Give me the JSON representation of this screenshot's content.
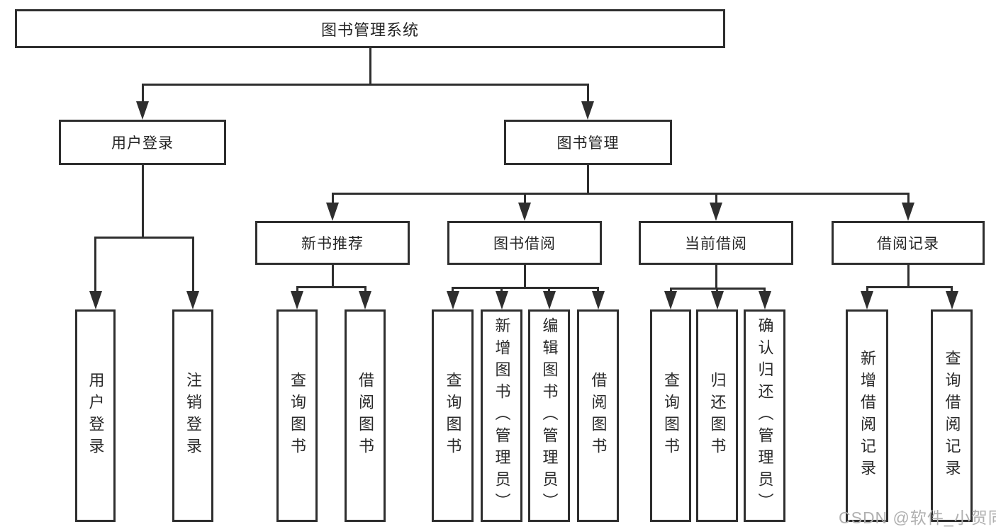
{
  "diagram": {
    "root": {
      "label": "图书管理系统"
    },
    "level2": [
      {
        "label": "用户登录"
      },
      {
        "label": "图书管理"
      }
    ],
    "level3": [
      {
        "label": "新书推荐"
      },
      {
        "label": "图书借阅"
      },
      {
        "label": "当前借阅"
      },
      {
        "label": "借阅记录"
      }
    ],
    "leaves": {
      "user_login": [
        "用户登录",
        "注销登录"
      ],
      "new_book_recommend": [
        "查询图书",
        "借阅图书"
      ],
      "book_borrow": [
        "查询图书",
        "新增图书（管理员）",
        "编辑图书（管理员）",
        "借阅图书"
      ],
      "current_borrow": [
        "查询图书",
        "归还图书",
        "确认归还（管理员）"
      ],
      "borrow_records": [
        "新增借阅记录",
        "查询借阅记录"
      ]
    }
  },
  "watermark": {
    "text": "CSDN @软件_小贺同学"
  },
  "colors": {
    "line": "#2e2e2e",
    "text": "#232323",
    "watermark": "#b0b0b0"
  }
}
